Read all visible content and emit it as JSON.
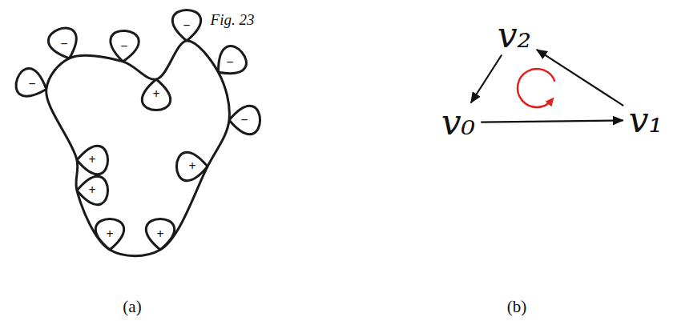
{
  "diagram": {
    "nodes": [
      {
        "text": [
          "v₀"
        ]
      },
      {
        "text": [
          "v₁"
        ]
      },
      {
        "text": [
          "v₂"
        ]
      }
    ],
    "edges": [
      {
        "from": 0,
        "to": 1,
        "arrow": "to"
      },
      {
        "from": 1,
        "to": 2,
        "arrow": "to"
      },
      {
        "from": 2,
        "to": 0,
        "arrow": "to"
      }
    ],
    "labels": [
      "Fig. 23",
      "−",
      "−",
      "−",
      "+",
      "−",
      "−",
      "−",
      "+",
      "+",
      "+",
      "+",
      "+",
      "(a)",
      "(b)"
    ]
  }
}
